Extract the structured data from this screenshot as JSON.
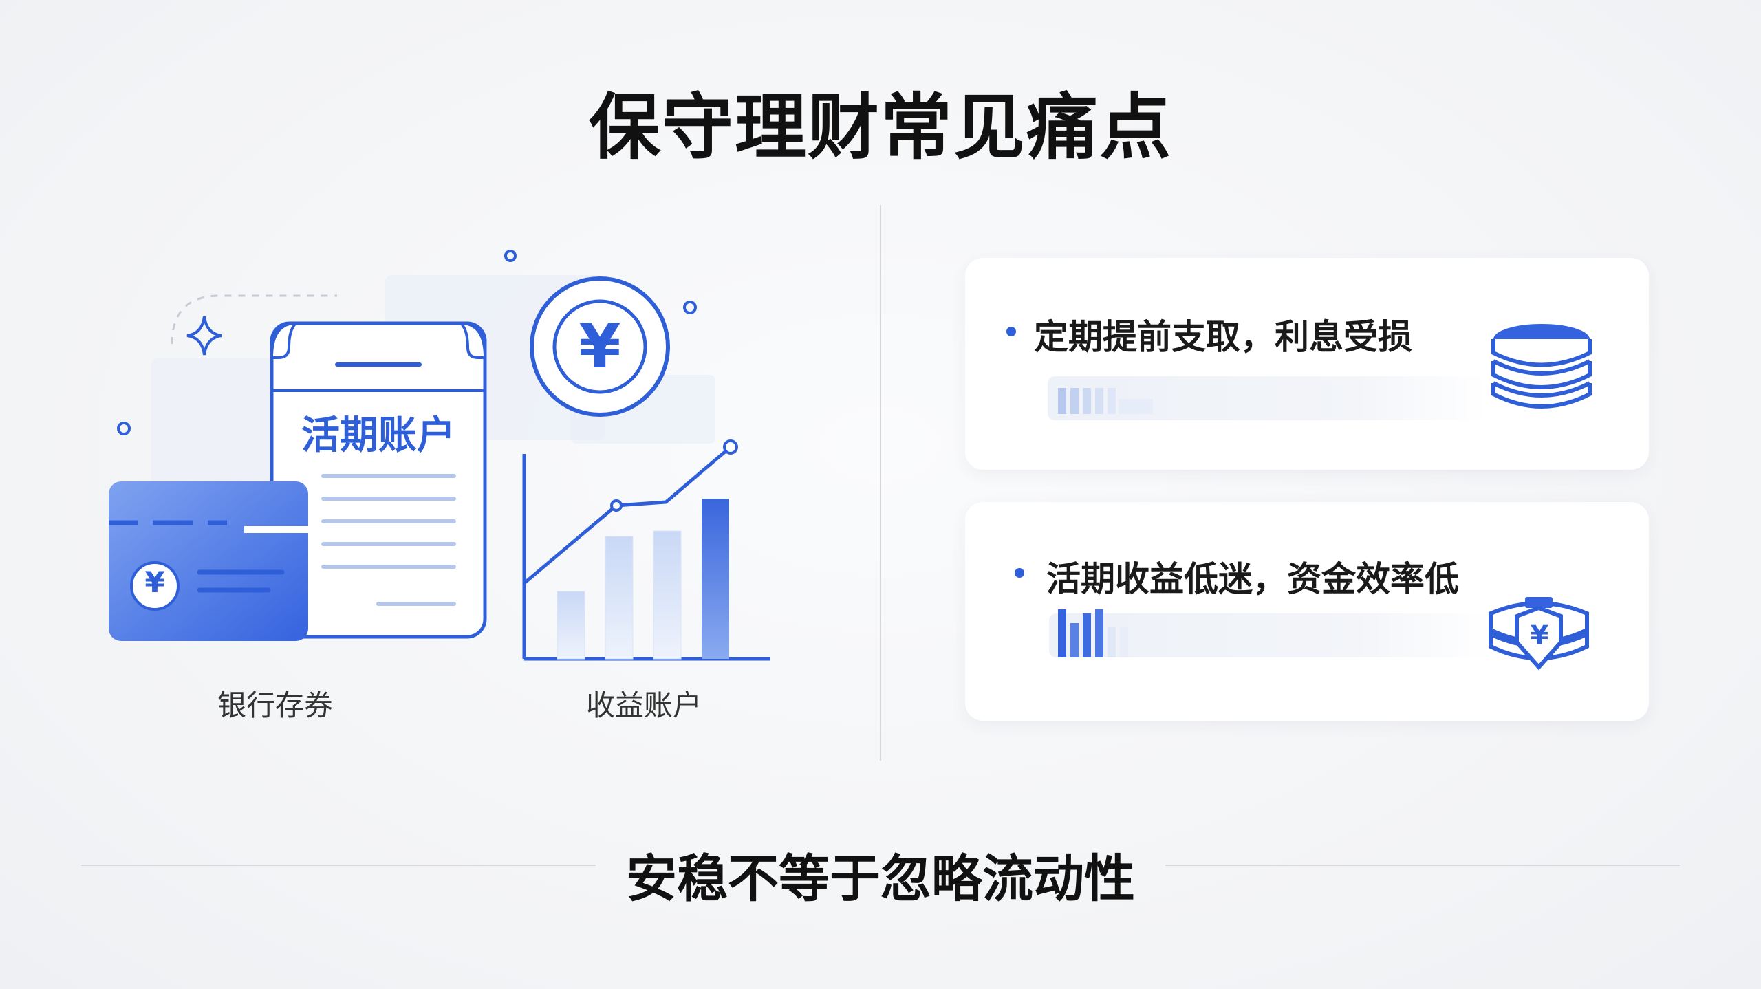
{
  "title": "保守理财常见痛点",
  "illustration": {
    "document_text": "活期账户",
    "card_currency": "¥",
    "coin_currency": "¥",
    "label_bank": "银行存券",
    "label_yield": "收益账户"
  },
  "pain_points": [
    {
      "text": "定期提前支取，利息受损",
      "icon": "coin-stack-icon"
    },
    {
      "text": "活期收益低迷，资金效率低",
      "icon": "yuan-shield-stack-icon",
      "icon_symbol": "¥"
    }
  ],
  "footer": "安稳不等于忽略流动性",
  "colors": {
    "accent": "#2f5fd8",
    "accent_light": "#8fb0ef",
    "text": "#111111"
  }
}
